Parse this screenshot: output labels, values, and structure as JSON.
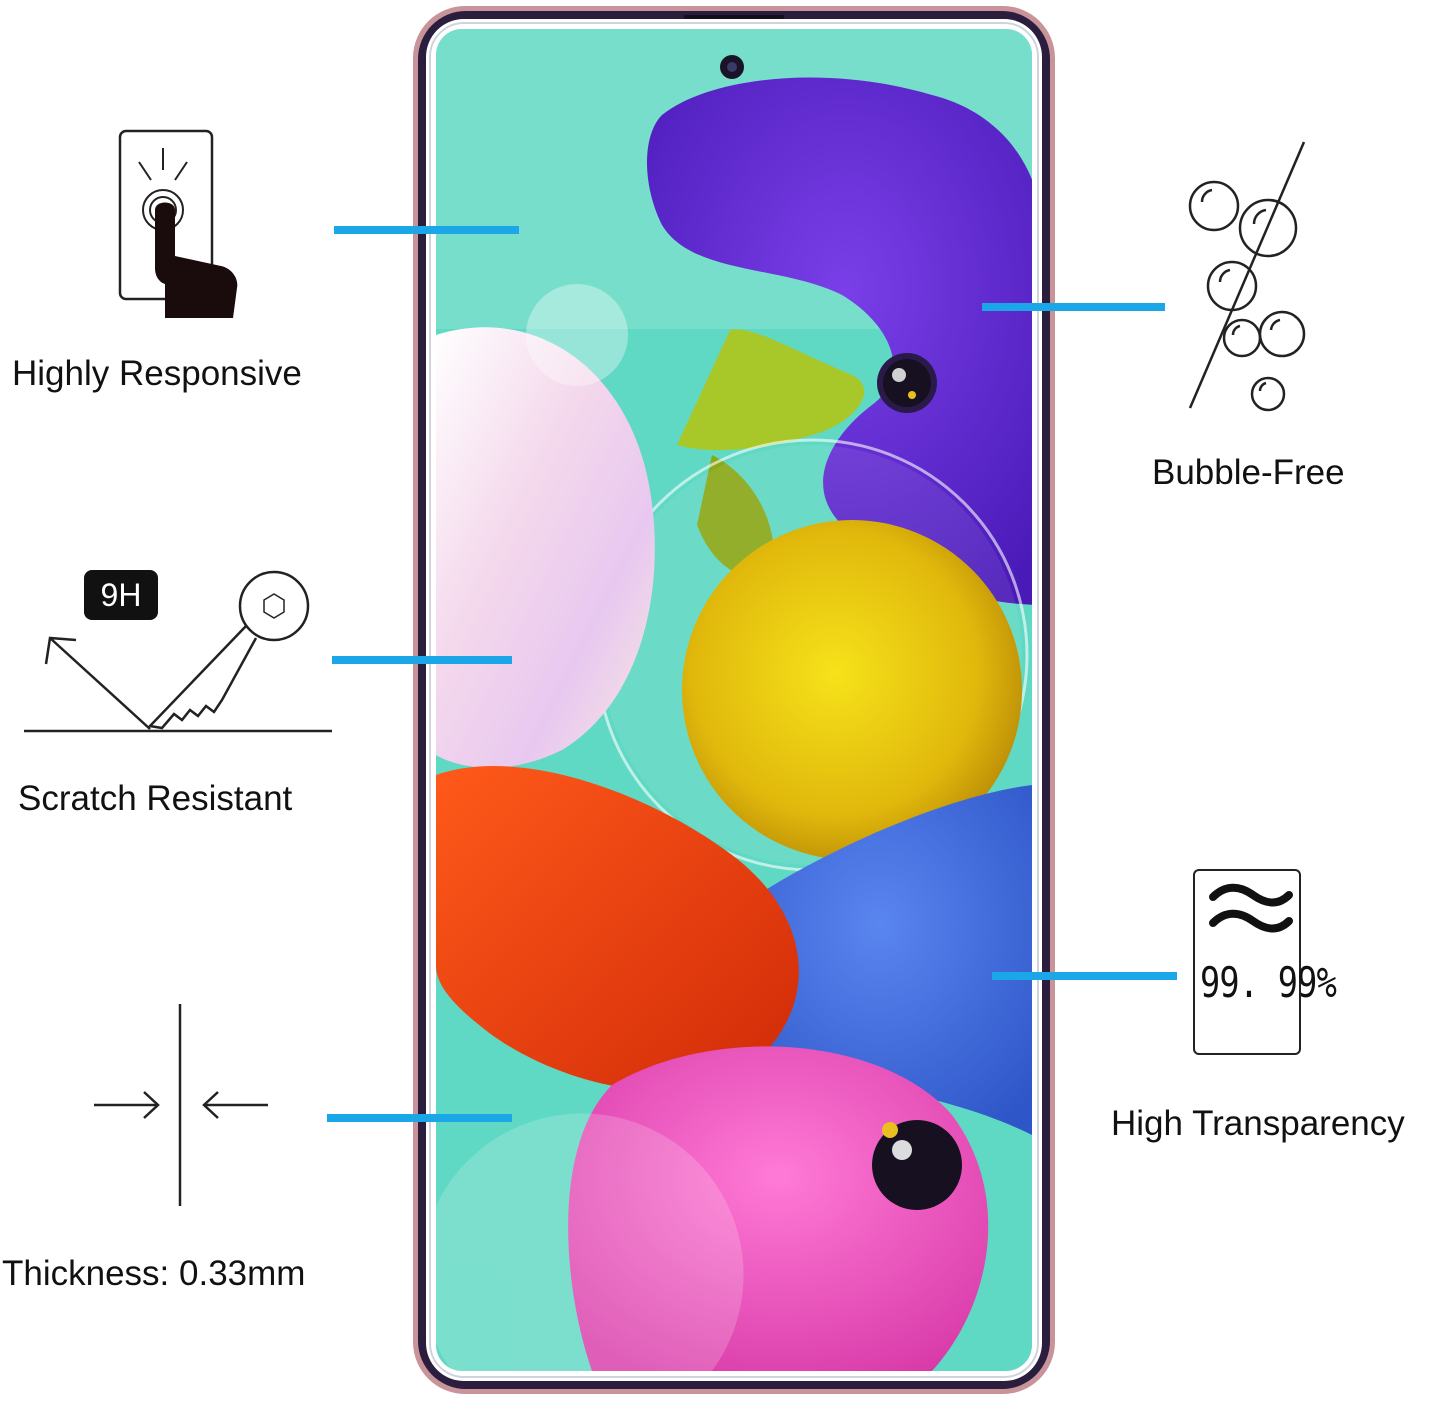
{
  "features": {
    "responsive": {
      "label": "Highly Responsive"
    },
    "scratch": {
      "label": "Scratch Resistant",
      "badge": "9H"
    },
    "thickness": {
      "label": "Thickness: 0.33mm"
    },
    "bubble": {
      "label": "Bubble-Free"
    },
    "transparency": {
      "label": "High Transparency",
      "value": "99. 99%"
    }
  },
  "colors": {
    "connector": "#1ba6e8",
    "screen_background": "#5fd8c4",
    "phone_frame": "#c9939a"
  }
}
